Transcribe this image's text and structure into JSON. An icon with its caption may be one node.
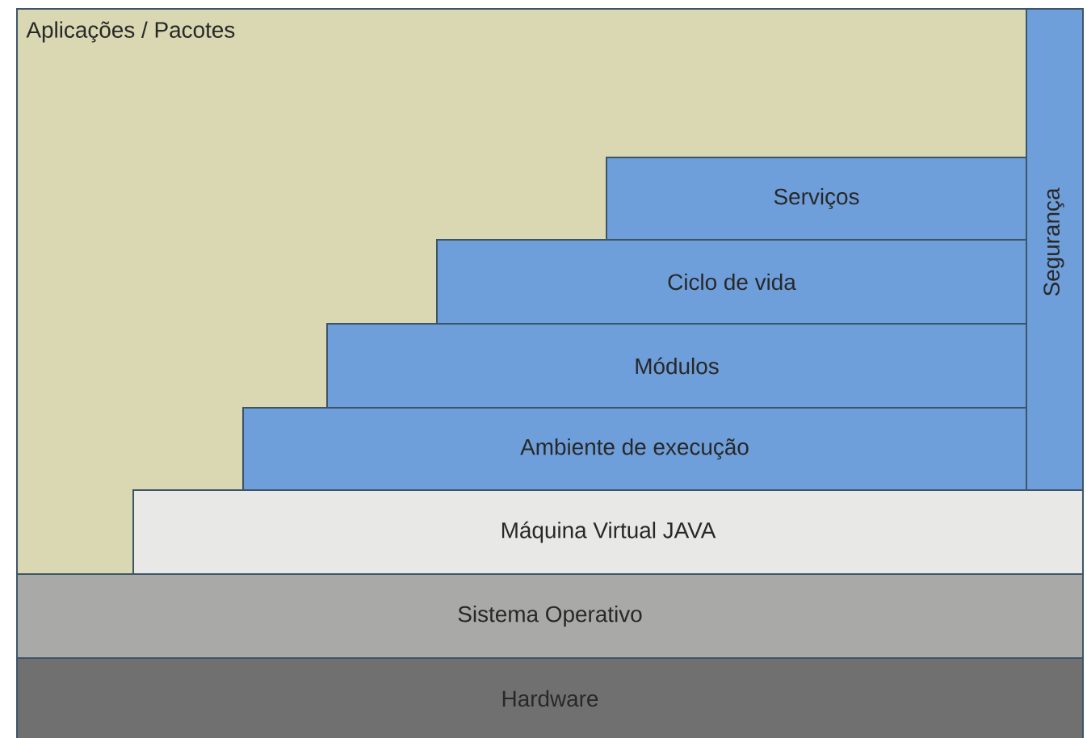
{
  "diagram": {
    "nodes": [
      {
        "text": [
          "Aplicações / Pacotes"
        ]
      },
      {
        "text": [
          "Serviços"
        ],
        "in": 0
      },
      {
        "text": [
          "Ciclo de vida"
        ],
        "in": 0
      },
      {
        "text": [
          "Módulos"
        ],
        "in": 0
      },
      {
        "text": [
          "Ambiente de execução"
        ],
        "in": 0
      },
      {
        "text": [
          "Segurança"
        ]
      },
      {
        "text": [
          "Máquina Virtual JAVA"
        ]
      },
      {
        "text": [
          "Sistema Operativo"
        ]
      },
      {
        "text": [
          "Hardware"
        ]
      }
    ]
  }
}
